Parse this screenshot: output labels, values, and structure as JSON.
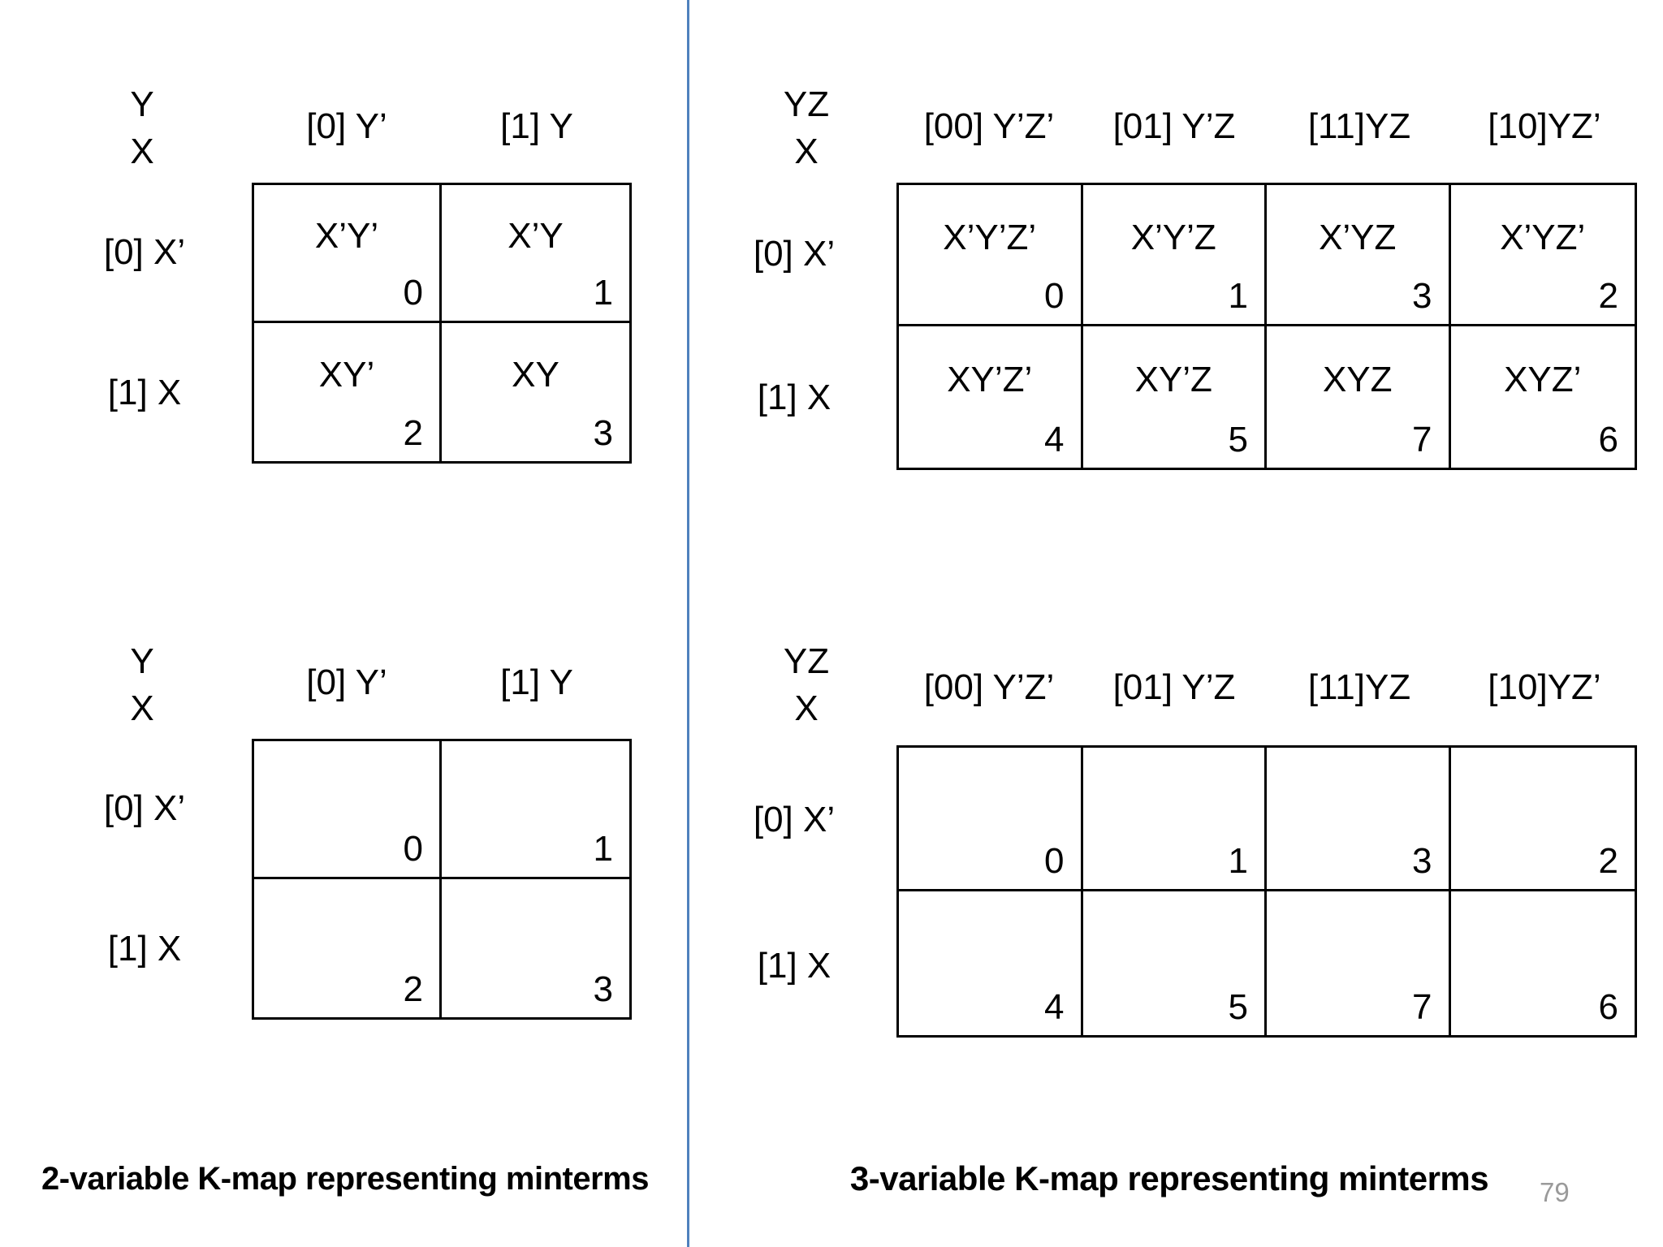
{
  "page": {
    "background": "#ffffff",
    "divider_color": "#4f81bd",
    "page_number": "79"
  },
  "captions": {
    "left": "2-variable K-map representing minterms",
    "right": "3-variable K-map representing minterms"
  },
  "kmaps": {
    "two_var_filled": {
      "corner_col_var": "Y",
      "corner_row_var": "X",
      "col_headers": [
        "[0] Y’",
        "[1] Y"
      ],
      "row_headers": [
        "[0] X’",
        "[1] X"
      ],
      "cells": [
        [
          {
            "term": "X’Y’",
            "num": "0"
          },
          {
            "term": "X’Y",
            "num": "1"
          }
        ],
        [
          {
            "term": "XY’",
            "num": "2"
          },
          {
            "term": "XY",
            "num": "3"
          }
        ]
      ]
    },
    "two_var_empty": {
      "corner_col_var": "Y",
      "corner_row_var": "X",
      "col_headers": [
        "[0] Y’",
        "[1] Y"
      ],
      "row_headers": [
        "[0] X’",
        "[1] X"
      ],
      "cells": [
        [
          {
            "term": "",
            "num": "0"
          },
          {
            "term": "",
            "num": "1"
          }
        ],
        [
          {
            "term": "",
            "num": "2"
          },
          {
            "term": "",
            "num": "3"
          }
        ]
      ]
    },
    "three_var_filled": {
      "corner_col_var": "YZ",
      "corner_row_var": "X",
      "col_headers": [
        "[00] Y’Z’",
        "[01] Y’Z",
        "[11]YZ",
        "[10]YZ’"
      ],
      "row_headers": [
        "[0] X’",
        "[1] X"
      ],
      "cells": [
        [
          {
            "term": "X’Y’Z’",
            "num": "0"
          },
          {
            "term": "X’Y’Z",
            "num": "1"
          },
          {
            "term": "X’YZ",
            "num": "3"
          },
          {
            "term": "X’YZ’",
            "num": "2"
          }
        ],
        [
          {
            "term": "XY’Z’",
            "num": "4"
          },
          {
            "term": "XY’Z",
            "num": "5"
          },
          {
            "term": "XYZ",
            "num": "7"
          },
          {
            "term": "XYZ’",
            "num": "6"
          }
        ]
      ]
    },
    "three_var_empty": {
      "corner_col_var": "YZ",
      "corner_row_var": "X",
      "col_headers": [
        "[00] Y’Z’",
        "[01] Y’Z",
        "[11]YZ",
        "[10]YZ’"
      ],
      "row_headers": [
        "[0] X’",
        "[1] X"
      ],
      "cells": [
        [
          {
            "term": "",
            "num": "0"
          },
          {
            "term": "",
            "num": "1"
          },
          {
            "term": "",
            "num": "3"
          },
          {
            "term": "",
            "num": "2"
          }
        ],
        [
          {
            "term": "",
            "num": "4"
          },
          {
            "term": "",
            "num": "5"
          },
          {
            "term": "",
            "num": "7"
          },
          {
            "term": "",
            "num": "6"
          }
        ]
      ]
    }
  }
}
